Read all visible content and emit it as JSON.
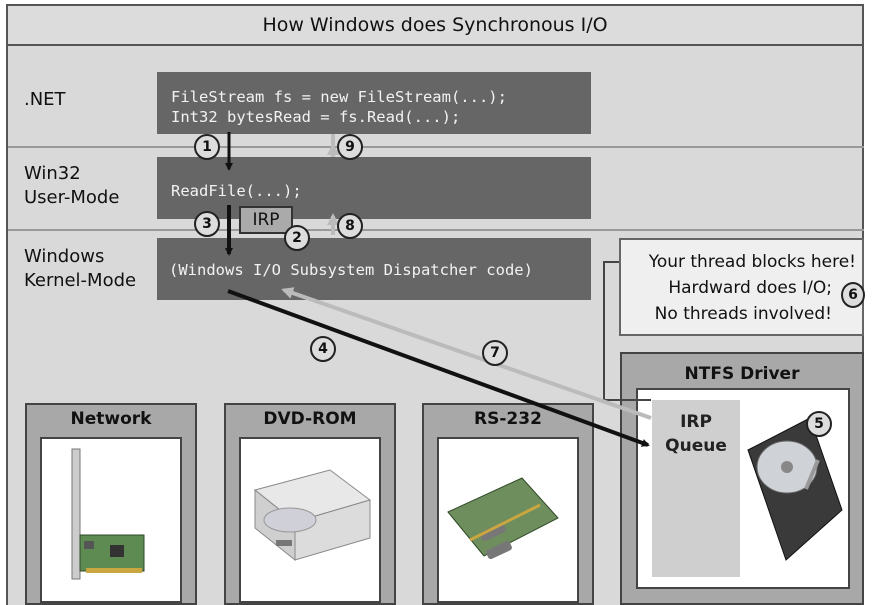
{
  "title": "How Windows does Synchronous I/O",
  "layers": {
    "dotnet": ".NET",
    "win32": "Win32\nUser-Mode",
    "kernel": "Windows\nKernel-Mode"
  },
  "code": {
    "dotnet_line1": "FileStream fs = new FileStream(...);",
    "dotnet_line2": "Int32 bytesRead = fs.Read(...);",
    "win32_line": "ReadFile(...);",
    "kernel_line": "(Windows I/O Subsystem Dispatcher code)"
  },
  "irp_label": "IRP",
  "callout": {
    "line1": "Your thread blocks here!",
    "line2": "Hardward does I/O;",
    "line3": "No threads involved!"
  },
  "devices": {
    "network": "Network",
    "dvd": "DVD-ROM",
    "rs232": "RS-232",
    "ntfs": "NTFS Driver"
  },
  "irp_queue": "IRP\nQueue",
  "steps": [
    "1",
    "2",
    "3",
    "4",
    "5",
    "6",
    "7",
    "8",
    "9"
  ]
}
